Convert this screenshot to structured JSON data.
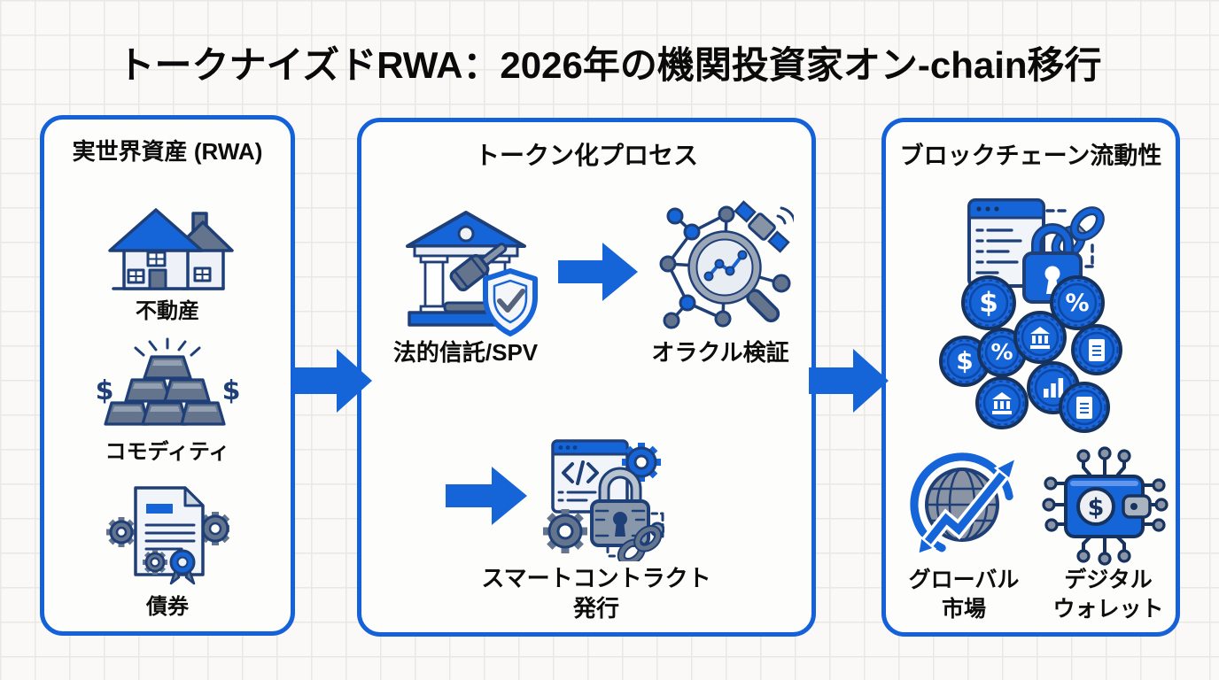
{
  "title": "トークナイズドRWA：2026年の機関投資家オン-chain移行",
  "colors": {
    "primary_blue": "#1565d8",
    "border_blue": "#1461d9",
    "outline_navy": "#1e3f77",
    "slate_gray": "#64748c",
    "background": "#faf9f7",
    "text": "#0d0d0d"
  },
  "panels": {
    "rwa": {
      "title": "実世界資産 (RWA)",
      "items": [
        {
          "label": "不動産",
          "icon": "house-icon"
        },
        {
          "label": "コモディティ",
          "icon": "gold-bars-icon"
        },
        {
          "label": "債券",
          "icon": "bond-certificate-icon"
        }
      ]
    },
    "process": {
      "title": "トークン化プロセス",
      "items": [
        {
          "label": "法的信託/SPV",
          "icon": "legal-trust-icon"
        },
        {
          "label": "オラクル検証",
          "icon": "oracle-verification-icon"
        },
        {
          "label_line1": "スマートコントラクト",
          "label_line2": "発行",
          "icon": "smart-contract-icon"
        }
      ]
    },
    "liquidity": {
      "title": "ブロックチェーン流動性",
      "items": [
        {
          "icon": "blockchain-tokens-icon"
        },
        {
          "label_line1": "グローバル",
          "label_line2": "市場",
          "icon": "global-market-icon"
        },
        {
          "label_line1": "デジタル",
          "label_line2": "ウォレット",
          "icon": "digital-wallet-icon"
        }
      ]
    }
  }
}
